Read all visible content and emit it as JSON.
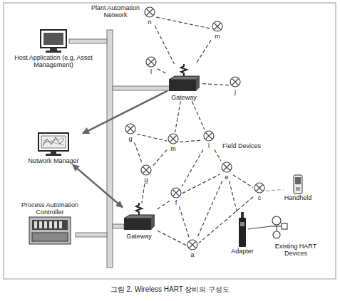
{
  "diagram": {
    "caption": "그림 2. Wireless HART 장비의 구성도",
    "nodes": [
      {
        "text": [
          "Host Application (e.g, Asset Management)"
        ]
      },
      {
        "text": [
          "n"
        ]
      },
      {
        "text": [
          "m"
        ]
      },
      {
        "text": [
          "Gateway"
        ]
      },
      {
        "text": [
          "l"
        ]
      },
      {
        "text": [
          "j"
        ]
      },
      {
        "text": [
          "Network Manager"
        ]
      },
      {
        "text": [
          "g"
        ]
      },
      {
        "text": [
          "m"
        ]
      },
      {
        "text": [
          "l"
        ]
      },
      {
        "text": [
          "Handheld"
        ]
      },
      {
        "text": [
          "g"
        ]
      },
      {
        "text": [
          "e"
        ]
      },
      {
        "text": [
          "c"
        ]
      },
      {
        "text": [
          "f"
        ]
      },
      {
        "text": [
          "Process Automation Controller"
        ]
      },
      {
        "text": [
          "Gateway"
        ]
      },
      {
        "text": [
          "Adapter"
        ]
      },
      {
        "text": [
          "a"
        ]
      }
    ],
    "edges": [
      {
        "from": 1,
        "to": 3,
        "arrow": "none"
      },
      {
        "from": 1,
        "to": 2,
        "arrow": "none"
      },
      {
        "from": 2,
        "to": 3,
        "arrow": "none"
      },
      {
        "from": 4,
        "to": 3,
        "arrow": "none"
      },
      {
        "from": 5,
        "to": 3,
        "arrow": "none"
      },
      {
        "from": 3,
        "to": 8,
        "arrow": "none"
      },
      {
        "from": 3,
        "to": 9,
        "arrow": "none"
      },
      {
        "from": 7,
        "to": 8,
        "arrow": "none"
      },
      {
        "from": 8,
        "to": 9,
        "arrow": "none"
      },
      {
        "from": 7,
        "to": 11,
        "arrow": "none"
      },
      {
        "from": 8,
        "to": 11,
        "arrow": "none"
      },
      {
        "from": 9,
        "to": 12,
        "arrow": "none"
      },
      {
        "from": 9,
        "to": 14,
        "arrow": "none"
      },
      {
        "from": 11,
        "to": 16,
        "arrow": "none"
      },
      {
        "from": 14,
        "to": 16,
        "arrow": "none"
      },
      {
        "from": 14,
        "to": 12,
        "arrow": "none"
      },
      {
        "from": 12,
        "to": 13,
        "arrow": "none"
      },
      {
        "from": 12,
        "to": 18,
        "arrow": "none"
      },
      {
        "from": 14,
        "to": 18,
        "arrow": "none"
      },
      {
        "from": 18,
        "to": 16,
        "arrow": "none"
      },
      {
        "from": 13,
        "to": 18,
        "arrow": "none"
      },
      {
        "from": 13,
        "to": 10,
        "arrow": "none"
      },
      {
        "from": 12,
        "to": 17,
        "arrow": "none"
      },
      {
        "from": 3,
        "to": 6,
        "arrow": "to"
      },
      {
        "from": 6,
        "to": 16,
        "arrow": "both"
      }
    ],
    "labels": [
      "Plant Automation Network",
      "Field Devices",
      "Existing HART Devices"
    ]
  }
}
